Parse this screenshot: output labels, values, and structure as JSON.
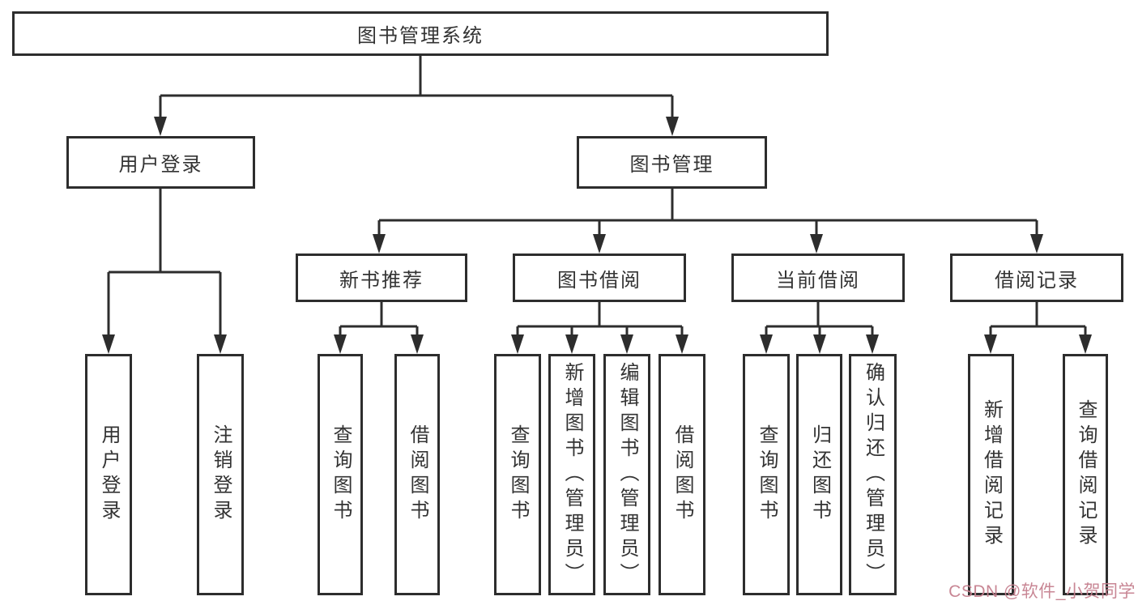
{
  "diagram": {
    "root": "图书管理系统",
    "level2": [
      "用户登录",
      "图书管理"
    ],
    "level3": [
      "新书推荐",
      "图书借阅",
      "当前借阅",
      "借阅记录"
    ],
    "leaves": {
      "user_login": [
        "用户登录",
        "注销登录"
      ],
      "new_book_rec": [
        "查询图书",
        "借阅图书"
      ],
      "book_borrow": [
        "查询图书",
        "新增图书（管理员）",
        "编辑图书（管理员）",
        "借阅图书"
      ],
      "current_borrow": [
        "查询图书",
        "归还图书",
        "确认归还（管理员）"
      ],
      "borrow_records": [
        "新增借阅记录",
        "查询借阅记录"
      ]
    }
  },
  "watermark": {
    "text": "CSDN @软件_小贺同学",
    "color": "#c57f8e"
  },
  "colors": {
    "line": "#2d2d2d",
    "border": "#2d2d2d",
    "text": "#333333",
    "background": "#ffffff"
  }
}
